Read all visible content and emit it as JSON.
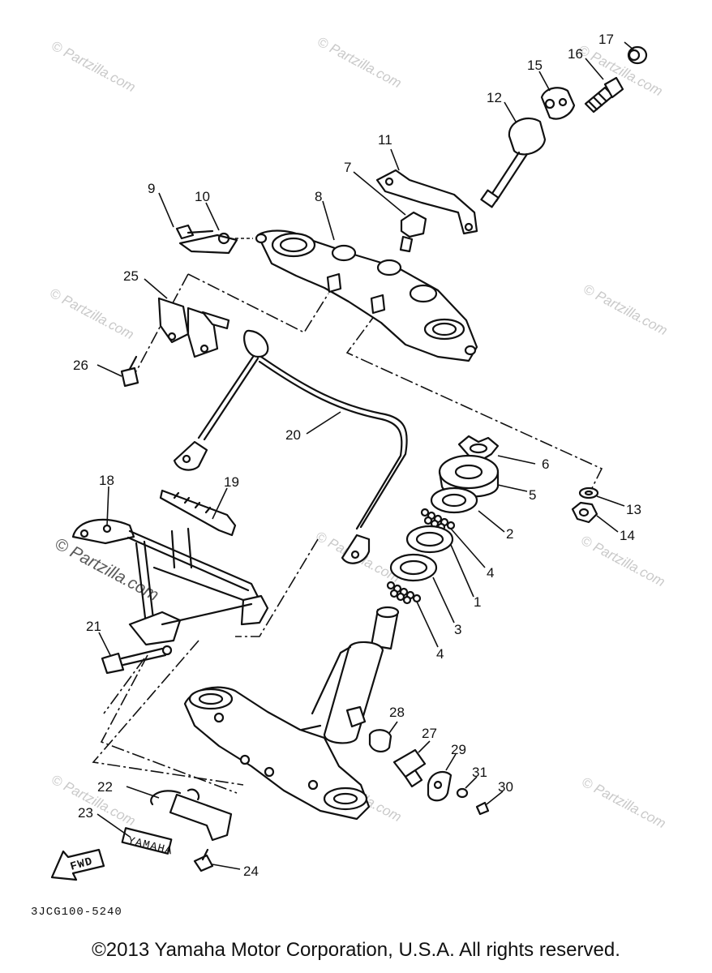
{
  "diagram": {
    "callouts": [
      "1",
      "2",
      "3",
      "4",
      "4",
      "5",
      "6",
      "7",
      "8",
      "9",
      "10",
      "11",
      "12",
      "13",
      "14",
      "15",
      "16",
      "17",
      "18",
      "19",
      "20",
      "21",
      "22",
      "23",
      "24",
      "25",
      "26",
      "27",
      "28",
      "29",
      "30",
      "31"
    ],
    "watermark": "© Partzilla.com",
    "watermark_logo": "© Partzilla.com",
    "stamp_fwd": "FWD",
    "stamp_yamaha": "YAMAHA",
    "drawing_code": "3JCG100-5240"
  },
  "footer": {
    "copyright": "©2013 Yamaha Motor Corporation, U.S.A. All rights reserved."
  }
}
